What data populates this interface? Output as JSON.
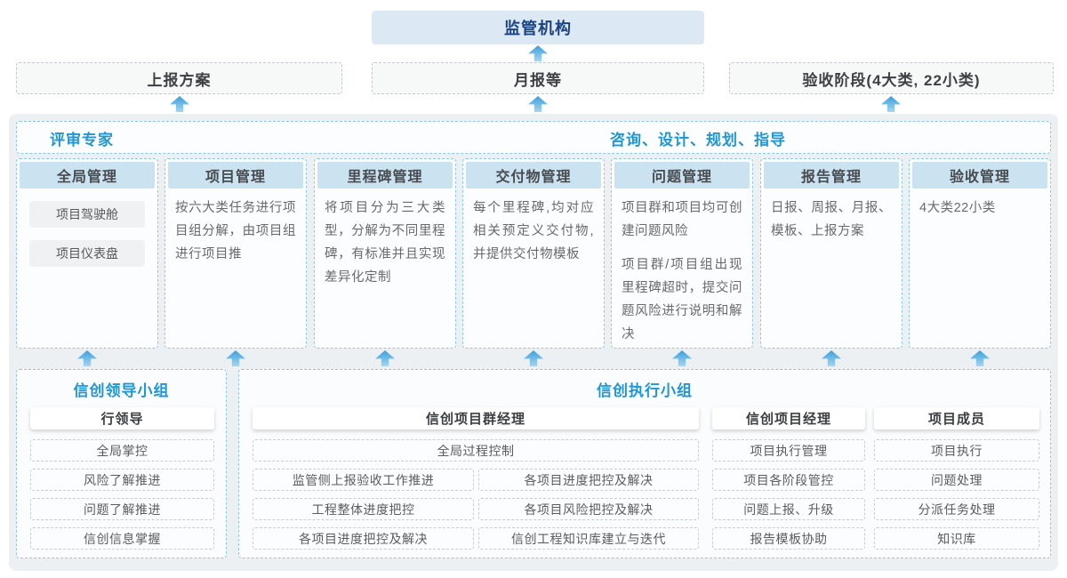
{
  "colors": {
    "accent_blue": "#2196d4",
    "navy_title": "#1b4280",
    "top_box_bg": "#dde8f5",
    "column_header_bg": "#cbe2f1",
    "container_bg": "#edf0f3",
    "dashed_blue_border": "#8cc6e9",
    "arrow_blue": "#3c9fdb"
  },
  "top_box": {
    "label": "监管机构"
  },
  "report_row": {
    "items": [
      {
        "label": "上报方案"
      },
      {
        "label": "月报等"
      },
      {
        "label": "验收阶段(4大类, 22小类)"
      }
    ]
  },
  "experts_row": {
    "left_label": "评审专家",
    "right_label": "咨询、设计、规划、指导"
  },
  "columns": [
    {
      "title": "全局管理",
      "pills": [
        "项目驾驶舱",
        "项目仪表盘"
      ]
    },
    {
      "title": "项目管理",
      "paragraphs": [
        "按六大类任务进行项目组分解，由项目组进行项目推"
      ]
    },
    {
      "title": "里程碑管理",
      "paragraphs": [
        "将项目分为三大类型，分解为不同里程碑，有标准并且实现差异化定制"
      ]
    },
    {
      "title": "交付物管理",
      "paragraphs": [
        "每个里程碑,均对应相关预定义交付物,并提供交付物模板"
      ]
    },
    {
      "title": "问题管理",
      "paragraphs": [
        "项目群和项目均可创建问题风险",
        "项目群/项目组出现里程碑超时，提交问题风险进行说明和解决"
      ]
    },
    {
      "title": "报告管理",
      "paragraphs": [
        "日报、周报、月报、模板、上报方案"
      ]
    },
    {
      "title": "验收管理",
      "paragraphs": [
        "4大类22小类"
      ]
    }
  ],
  "leader_group": {
    "title": "信创领导小组",
    "role": "行领导",
    "items": [
      "全局掌控",
      "风险了解推进",
      "问题了解推进",
      "信创信息掌握"
    ]
  },
  "exec_group": {
    "title": "信创执行小组",
    "program_manager": {
      "role": "信创项目群经理",
      "full_width_item": "全局过程控制",
      "left_items": [
        "监管侧上报验收工作推进",
        "工程整体进度把控",
        "各项目进度把控及解决"
      ],
      "right_items": [
        "各项目进度把控及解决",
        "各项目风险把控及解决",
        "信创工程知识库建立与迭代"
      ]
    },
    "project_manager": {
      "role": "信创项目经理",
      "items": [
        "项目执行管理",
        "项目各阶段管控",
        "问题上报、升级",
        "报告模板协助"
      ]
    },
    "member": {
      "role": "项目成员",
      "items": [
        "项目执行",
        "问题处理",
        "分派任务处理",
        "知识库"
      ]
    }
  }
}
